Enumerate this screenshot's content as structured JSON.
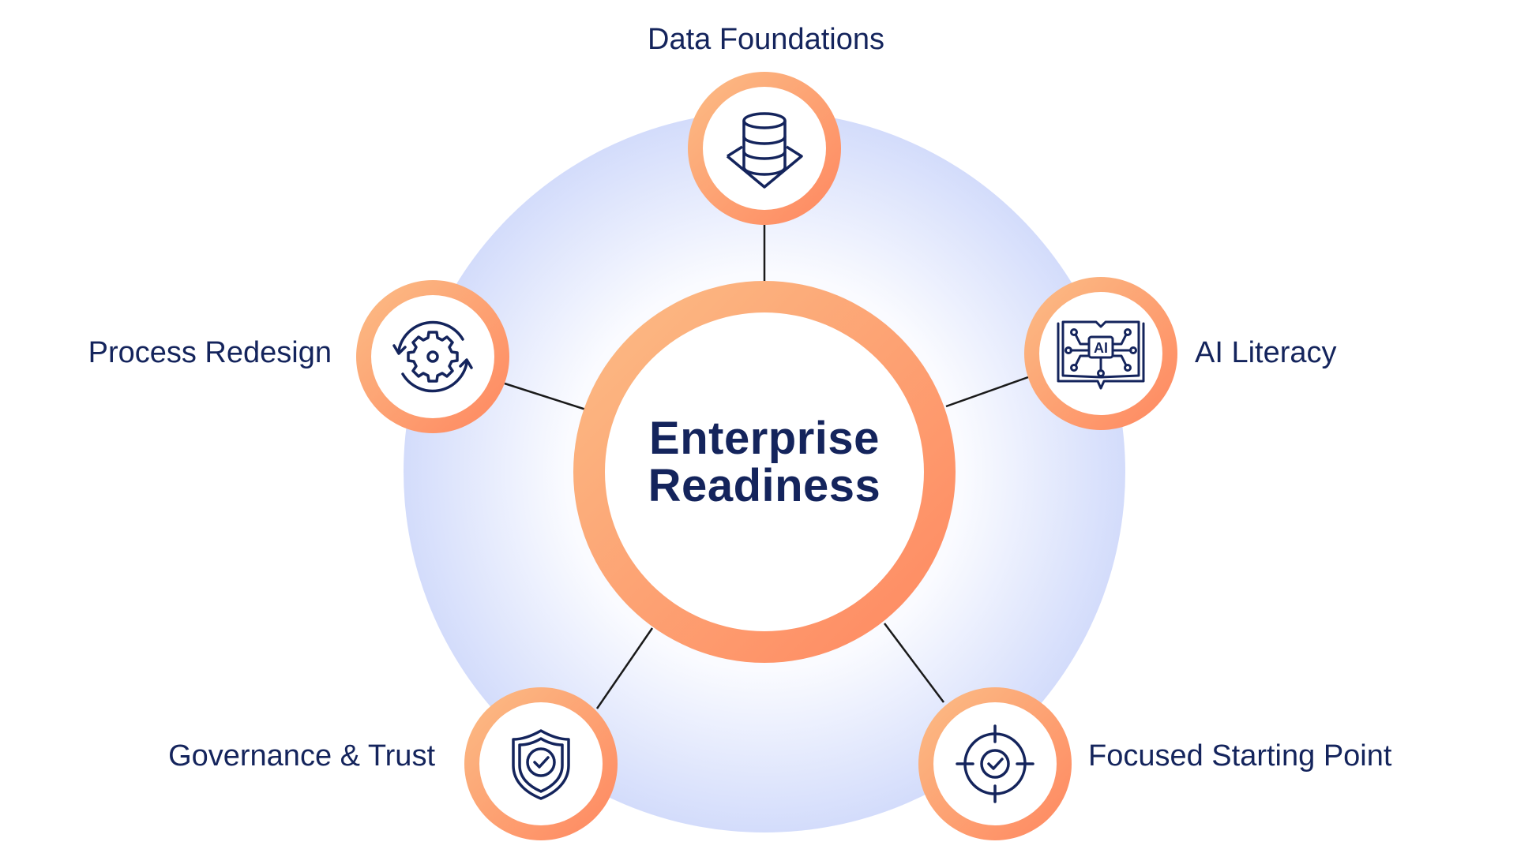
{
  "center": {
    "title_line1": "Enterprise",
    "title_line2": "Readiness"
  },
  "nodes": [
    {
      "id": "data-foundations",
      "label": "Data Foundations",
      "icon": "database-icon"
    },
    {
      "id": "ai-literacy",
      "label": "AI Literacy",
      "icon": "ai-book-icon",
      "icon_text": "AI"
    },
    {
      "id": "process-redesign",
      "label": "Process Redesign",
      "icon": "gear-cycle-icon"
    },
    {
      "id": "governance-trust",
      "label": "Governance & Trust",
      "icon": "shield-check-icon"
    },
    {
      "id": "focused-starting-point",
      "label": "Focused Starting Point",
      "icon": "target-check-icon"
    }
  ],
  "colors": {
    "text": "#14245c",
    "ring_light": "#fbb584",
    "ring_dark": "#ff8a66",
    "halo_center": "#ffffff",
    "halo_edge": "#d3dcfb",
    "connector": "#1a1a1a"
  }
}
